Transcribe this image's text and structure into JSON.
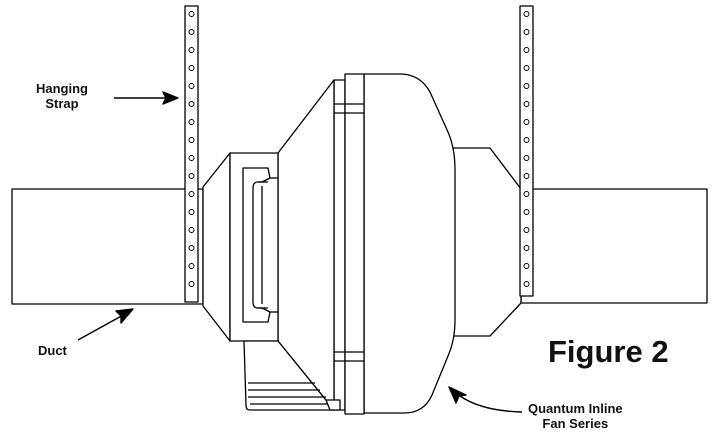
{
  "labels": {
    "hanging_strap_line1": "Hanging",
    "hanging_strap_line2": "Strap",
    "duct": "Duct",
    "fan_line1": "Quantum Inline",
    "fan_line2": "Fan Series",
    "figure": "Figure 2"
  },
  "colors": {
    "line": "#000000",
    "background": "#ffffff",
    "text": "#111111"
  }
}
